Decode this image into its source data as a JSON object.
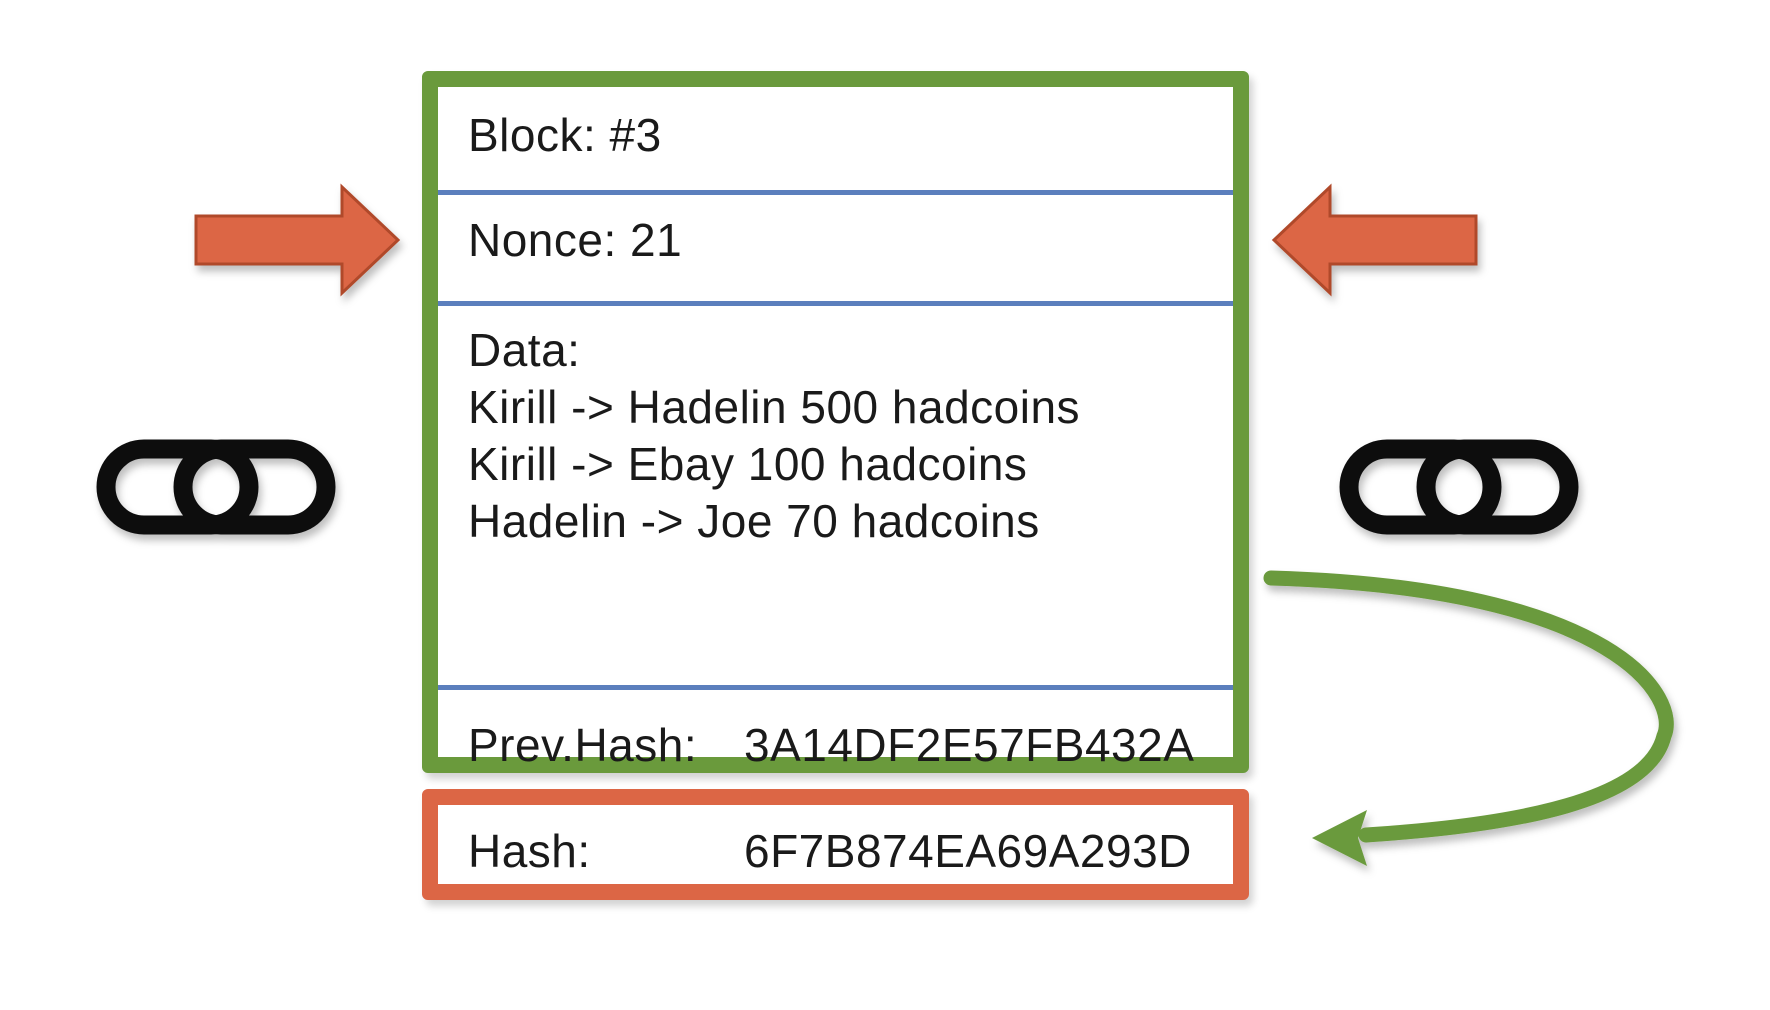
{
  "block": {
    "number_label": "Block: #3",
    "nonce_label": "Nonce: 21",
    "data_title": "Data:",
    "data_lines": [
      "Kirill -> Hadelin 500 hadcoins",
      "Kirill -> Ebay 100 hadcoins",
      "Hadelin -> Joe 70 hadcoins"
    ],
    "prev_hash_label": "Prev.Hash:",
    "prev_hash_value": "3A14DF2E57FB432A"
  },
  "hash": {
    "label": "Hash:",
    "value": "6F7B874EA69A293D"
  },
  "colors": {
    "block_border": "#6a9a3c",
    "hash_border": "#dc6645",
    "divider": "#5b7fbd",
    "arrow_fill": "#dc6645",
    "arrow_stroke": "#b04a2c",
    "curve_arrow": "#6a9a3c",
    "chain_link": "#111111"
  },
  "icons": {
    "left_arrow": "arrow-right-icon",
    "right_arrow": "arrow-left-icon",
    "left_chain": "chain-link-icon",
    "right_chain": "chain-link-icon",
    "curved_arrow": "curved-arrow-icon"
  }
}
